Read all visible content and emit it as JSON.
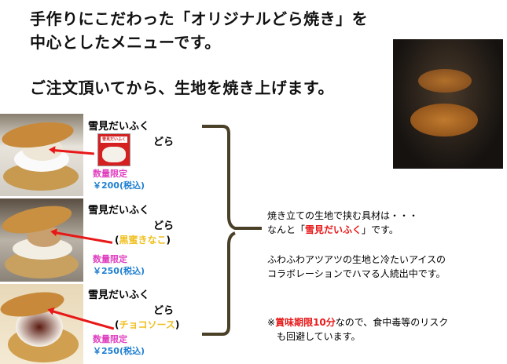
{
  "heading": {
    "line1": "手作りにこだわった「オリジナルどら焼き」を",
    "line2": "中心としたメニューです。",
    "line3": "ご注文頂いてから、生地を焼き上げます。"
  },
  "menu": [
    {
      "name": "雪見だいふく",
      "name2": "どら",
      "flavor": "",
      "limited": "数量限定",
      "price": "￥200(税込)",
      "package_label": "雪見だいふく"
    },
    {
      "name": "雪見だいふく",
      "name2": "どら",
      "flavor_open": "(",
      "flavor": "黒蜜きなこ",
      "flavor_close": ")",
      "limited": "数量限定",
      "price": "￥250(税込)"
    },
    {
      "name": "雪見だいふく",
      "name2": "どら",
      "flavor_open": "(",
      "flavor": "チョコソース",
      "flavor_close": ")",
      "limited": "数量限定",
      "price": "￥250(税込)"
    }
  ],
  "description": {
    "p1_line1": "焼き立ての生地で挟む具材は・・・",
    "p1_line2_pre": "なんと「",
    "p1_line2_red": "雪見だいふく",
    "p1_line2_post": "」です。",
    "p2_line1": "ふわふわアツアツの生地と冷たいアイスの",
    "p2_line2": "コラボレーションでハマる人続出中です。",
    "note_pre": "※",
    "note_red": "賞味期限10分",
    "note_post": "なので、食中毒等のリスク",
    "note_line2": "も回避しています。"
  },
  "colors": {
    "limited": "#e040c0",
    "price": "#1e7fd0",
    "flavor": "#f0c020",
    "accent": "#e81818",
    "bracket": "#4a4028"
  }
}
